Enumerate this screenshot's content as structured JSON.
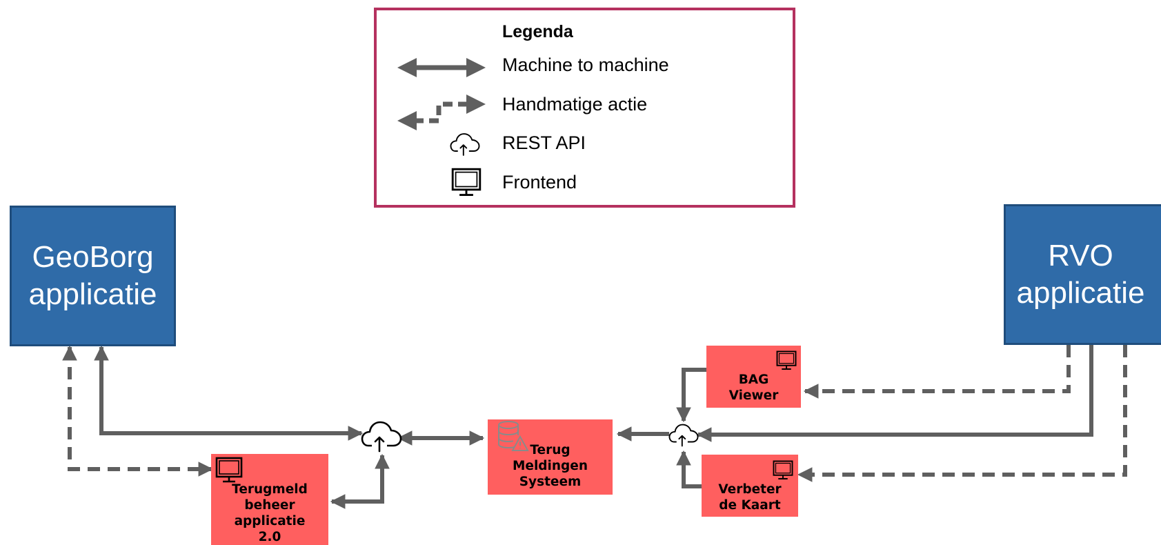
{
  "legend": {
    "title": "Legenda",
    "items": [
      {
        "icon": "double-arrow-icon",
        "label": "Machine to machine"
      },
      {
        "icon": "dashed-double-arrow-icon",
        "label": "Handmatige actie"
      },
      {
        "icon": "cloud-upload-icon",
        "label": "REST API"
      },
      {
        "icon": "monitor-icon",
        "label": "Frontend"
      }
    ]
  },
  "apps": {
    "geoborg": {
      "line1": "GeoBorg",
      "line2": "applicatie"
    },
    "rvo": {
      "line1": "RVO",
      "line2": "applicatie"
    }
  },
  "systems": {
    "terugmeld": {
      "lines": [
        "Terugmeld",
        "beheer",
        "applicatie",
        "2.0"
      ],
      "icon": "monitor-icon"
    },
    "tms": {
      "lines": [
        "Terug",
        "Meldingen",
        "Systeem"
      ],
      "icon": "database-warning-icon"
    },
    "bag": {
      "lines": [
        "BAG",
        "Viewer"
      ],
      "icon": "monitor-icon"
    },
    "verbeter": {
      "lines": [
        "Verbeter",
        "de Kaart"
      ],
      "icon": "monitor-icon"
    }
  },
  "colors": {
    "app_fill": "#2f6ba8",
    "system_fill": "#ff5f5f",
    "connector": "#5f5f5f",
    "legend_border": "#b5315f"
  }
}
